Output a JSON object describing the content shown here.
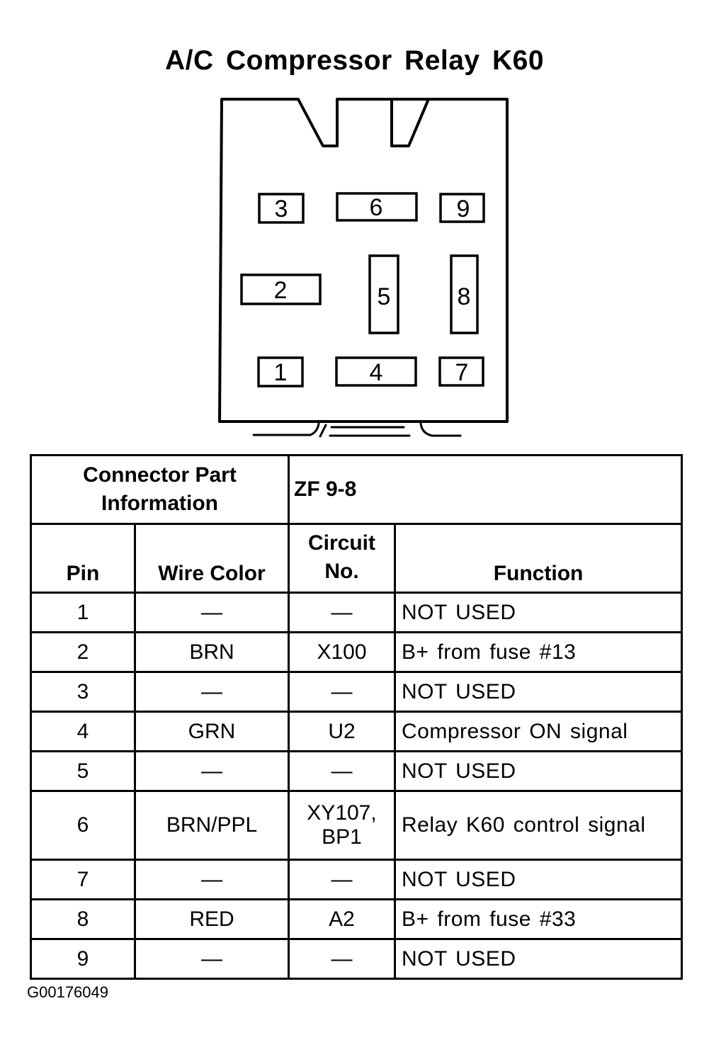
{
  "title": "A/C Compressor Relay K60",
  "connector": {
    "pins": [
      {
        "label": "3"
      },
      {
        "label": "6"
      },
      {
        "label": "9"
      },
      {
        "label": "2"
      },
      {
        "label": "5"
      },
      {
        "label": "8"
      },
      {
        "label": "1"
      },
      {
        "label": "4"
      },
      {
        "label": "7"
      }
    ]
  },
  "table": {
    "part_info_label": "Connector Part Information",
    "part_info_value": "ZF 9-8",
    "headers": {
      "pin": "Pin",
      "wire_color": "Wire Color",
      "circuit_no": "Circuit No.",
      "function": "Function"
    },
    "rows": [
      {
        "pin": "1",
        "wire": "—",
        "circuit": "—",
        "function": "NOT USED"
      },
      {
        "pin": "2",
        "wire": "BRN",
        "circuit": "X100",
        "function": "B+ from fuse #13"
      },
      {
        "pin": "3",
        "wire": "—",
        "circuit": "—",
        "function": "NOT USED"
      },
      {
        "pin": "4",
        "wire": "GRN",
        "circuit": "U2",
        "function": "Compressor ON signal"
      },
      {
        "pin": "5",
        "wire": "—",
        "circuit": "—",
        "function": "NOT USED"
      },
      {
        "pin": "6",
        "wire": "BRN/PPL",
        "circuit": "XY107, BP1",
        "function": "Relay K60 control signal"
      },
      {
        "pin": "7",
        "wire": "—",
        "circuit": "—",
        "function": "NOT USED"
      },
      {
        "pin": "8",
        "wire": "RED",
        "circuit": "A2",
        "function": "B+ from fuse #33"
      },
      {
        "pin": "9",
        "wire": "—",
        "circuit": "—",
        "function": "NOT USED"
      }
    ]
  },
  "footer_code": "G00176049"
}
